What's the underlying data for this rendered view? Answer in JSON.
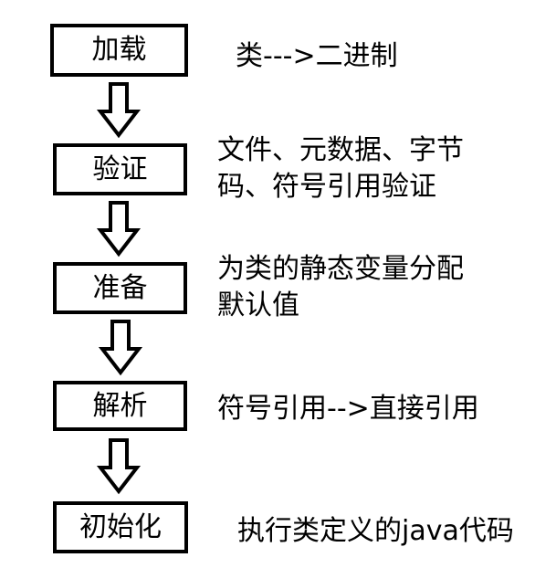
{
  "steps": [
    {
      "label": "加载",
      "desc": [
        "类--->二进制"
      ]
    },
    {
      "label": "验证",
      "desc": [
        "文件、元数据、字节",
        "码、符号引用验证"
      ]
    },
    {
      "label": "准备",
      "desc": [
        "为类的静态变量分配",
        "默认值"
      ]
    },
    {
      "label": "解析",
      "desc": [
        "符号引用-->直接引用"
      ]
    },
    {
      "label": "初始化",
      "desc": [
        "执行类定义的java代码"
      ]
    }
  ]
}
